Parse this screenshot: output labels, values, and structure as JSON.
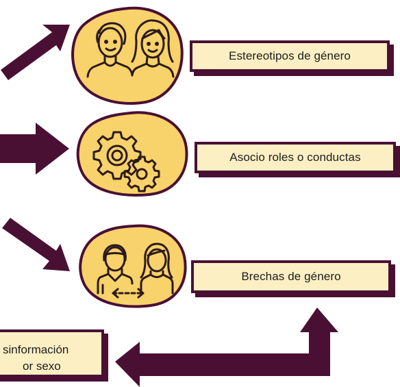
{
  "colors": {
    "dark": "#4a1034",
    "circle": "#f8d26a",
    "box": "#fcefc4"
  },
  "nodes": [
    {
      "label": "Estereotipos de género",
      "icon": "man-woman-icon"
    },
    {
      "label": "Asocio roles o conductas",
      "icon": "gears-icon"
    },
    {
      "label": "Brechas de género",
      "icon": "gender-exchange-icon"
    }
  ],
  "bottom": {
    "line1": "sinformación",
    "line2": "or sexo"
  }
}
